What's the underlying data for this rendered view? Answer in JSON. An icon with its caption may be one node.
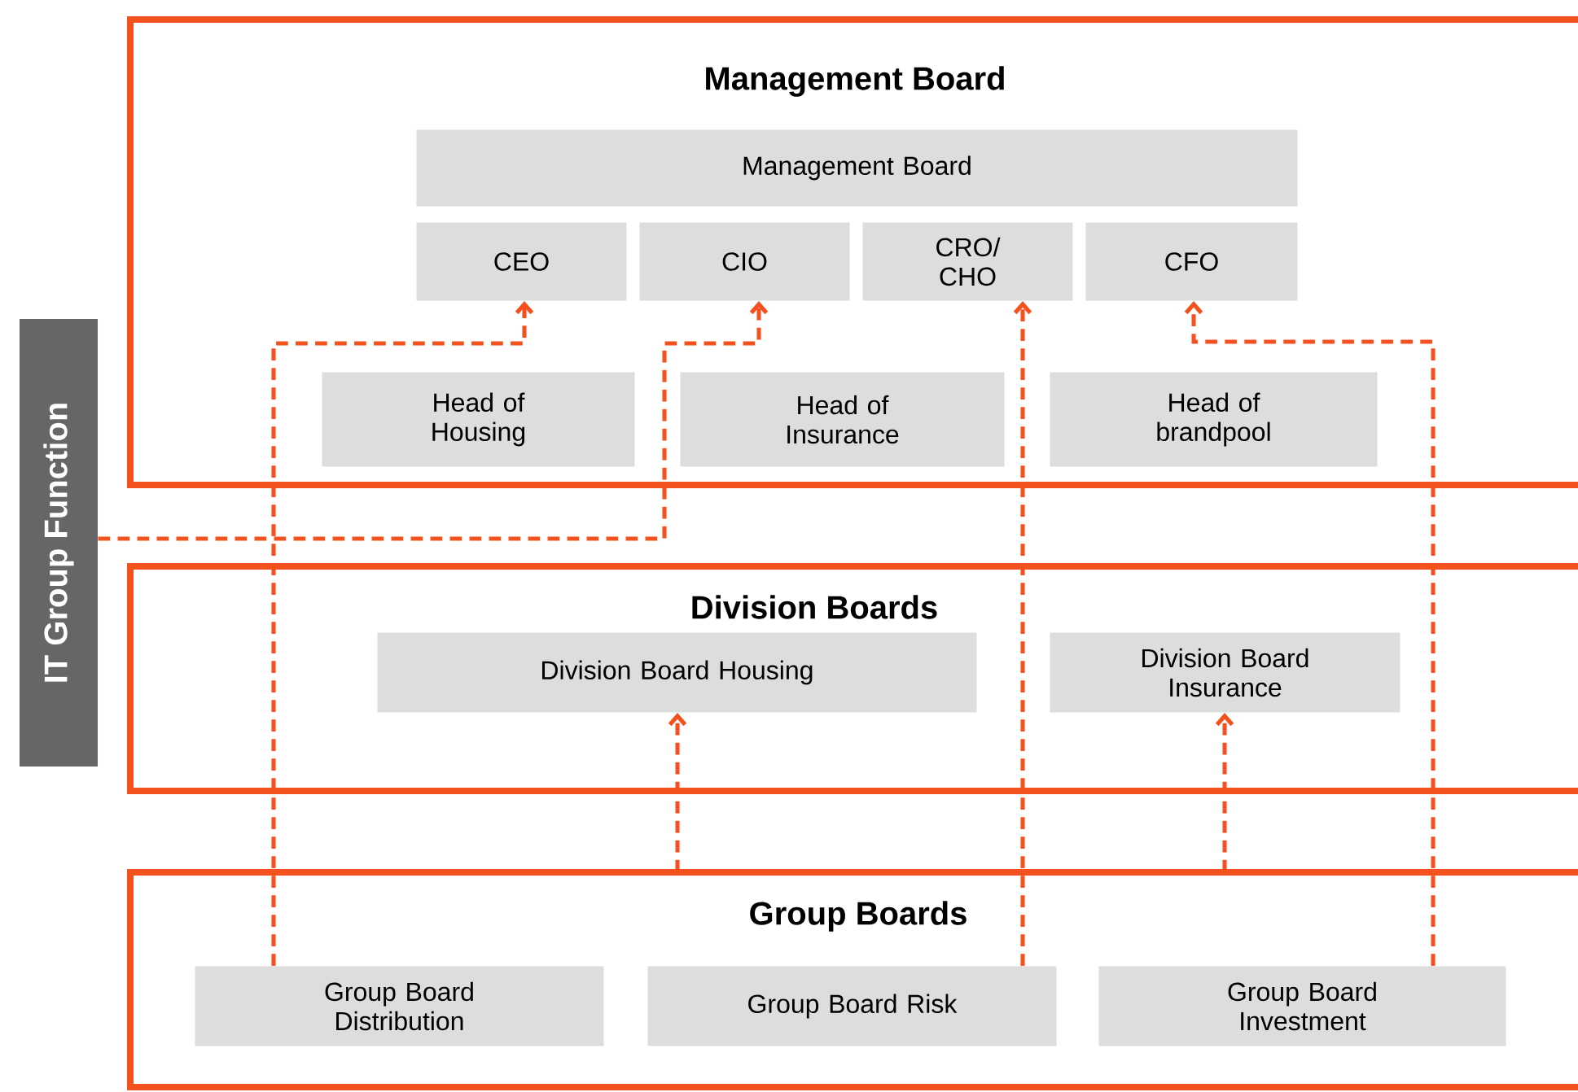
{
  "diagram": {
    "nodes": [
      {
        "text": [
          "Management Board"
        ]
      },
      {
        "text": [
          "Management Board"
        ],
        "in": 0
      },
      {
        "text": [
          "CEO"
        ],
        "in": 0
      },
      {
        "text": [
          "CIO"
        ],
        "in": 0
      },
      {
        "text": [
          "CRO/ CHO"
        ],
        "in": 0
      },
      {
        "text": [
          "CFO"
        ],
        "in": 0
      },
      {
        "text": [
          "Head of Housing"
        ],
        "in": 0
      },
      {
        "text": [
          "Head of Insurance"
        ],
        "in": 0
      },
      {
        "text": [
          "Head of brandpool"
        ],
        "in": 0
      },
      {
        "text": [
          "Division Boards"
        ]
      },
      {
        "text": [
          "Division Board Housing"
        ],
        "in": 9
      },
      {
        "text": [
          "Division Board Insurance"
        ],
        "in": 9
      },
      {
        "text": [
          "Group Boards"
        ]
      },
      {
        "text": [
          "Group Board Distribution"
        ],
        "in": 12
      },
      {
        "text": [
          "Group Board Risk"
        ],
        "in": 12
      },
      {
        "text": [
          "Group Board Investment"
        ],
        "in": 12
      },
      {
        "text": [
          "IT Group Function"
        ]
      }
    ],
    "edges": [
      {
        "from": 13,
        "to": 2,
        "arrow": "to",
        "style": "dashed"
      },
      {
        "from": 16,
        "to": 3,
        "arrow": "to",
        "style": "dashed"
      },
      {
        "from": 14,
        "to": 4,
        "arrow": "to",
        "style": "dashed"
      },
      {
        "from": 15,
        "to": 5,
        "arrow": "to",
        "style": "dashed"
      },
      {
        "from": 12,
        "to": 10,
        "arrow": "to",
        "style": "dashed"
      },
      {
        "from": 12,
        "to": 11,
        "arrow": "to",
        "style": "dashed"
      }
    ]
  }
}
